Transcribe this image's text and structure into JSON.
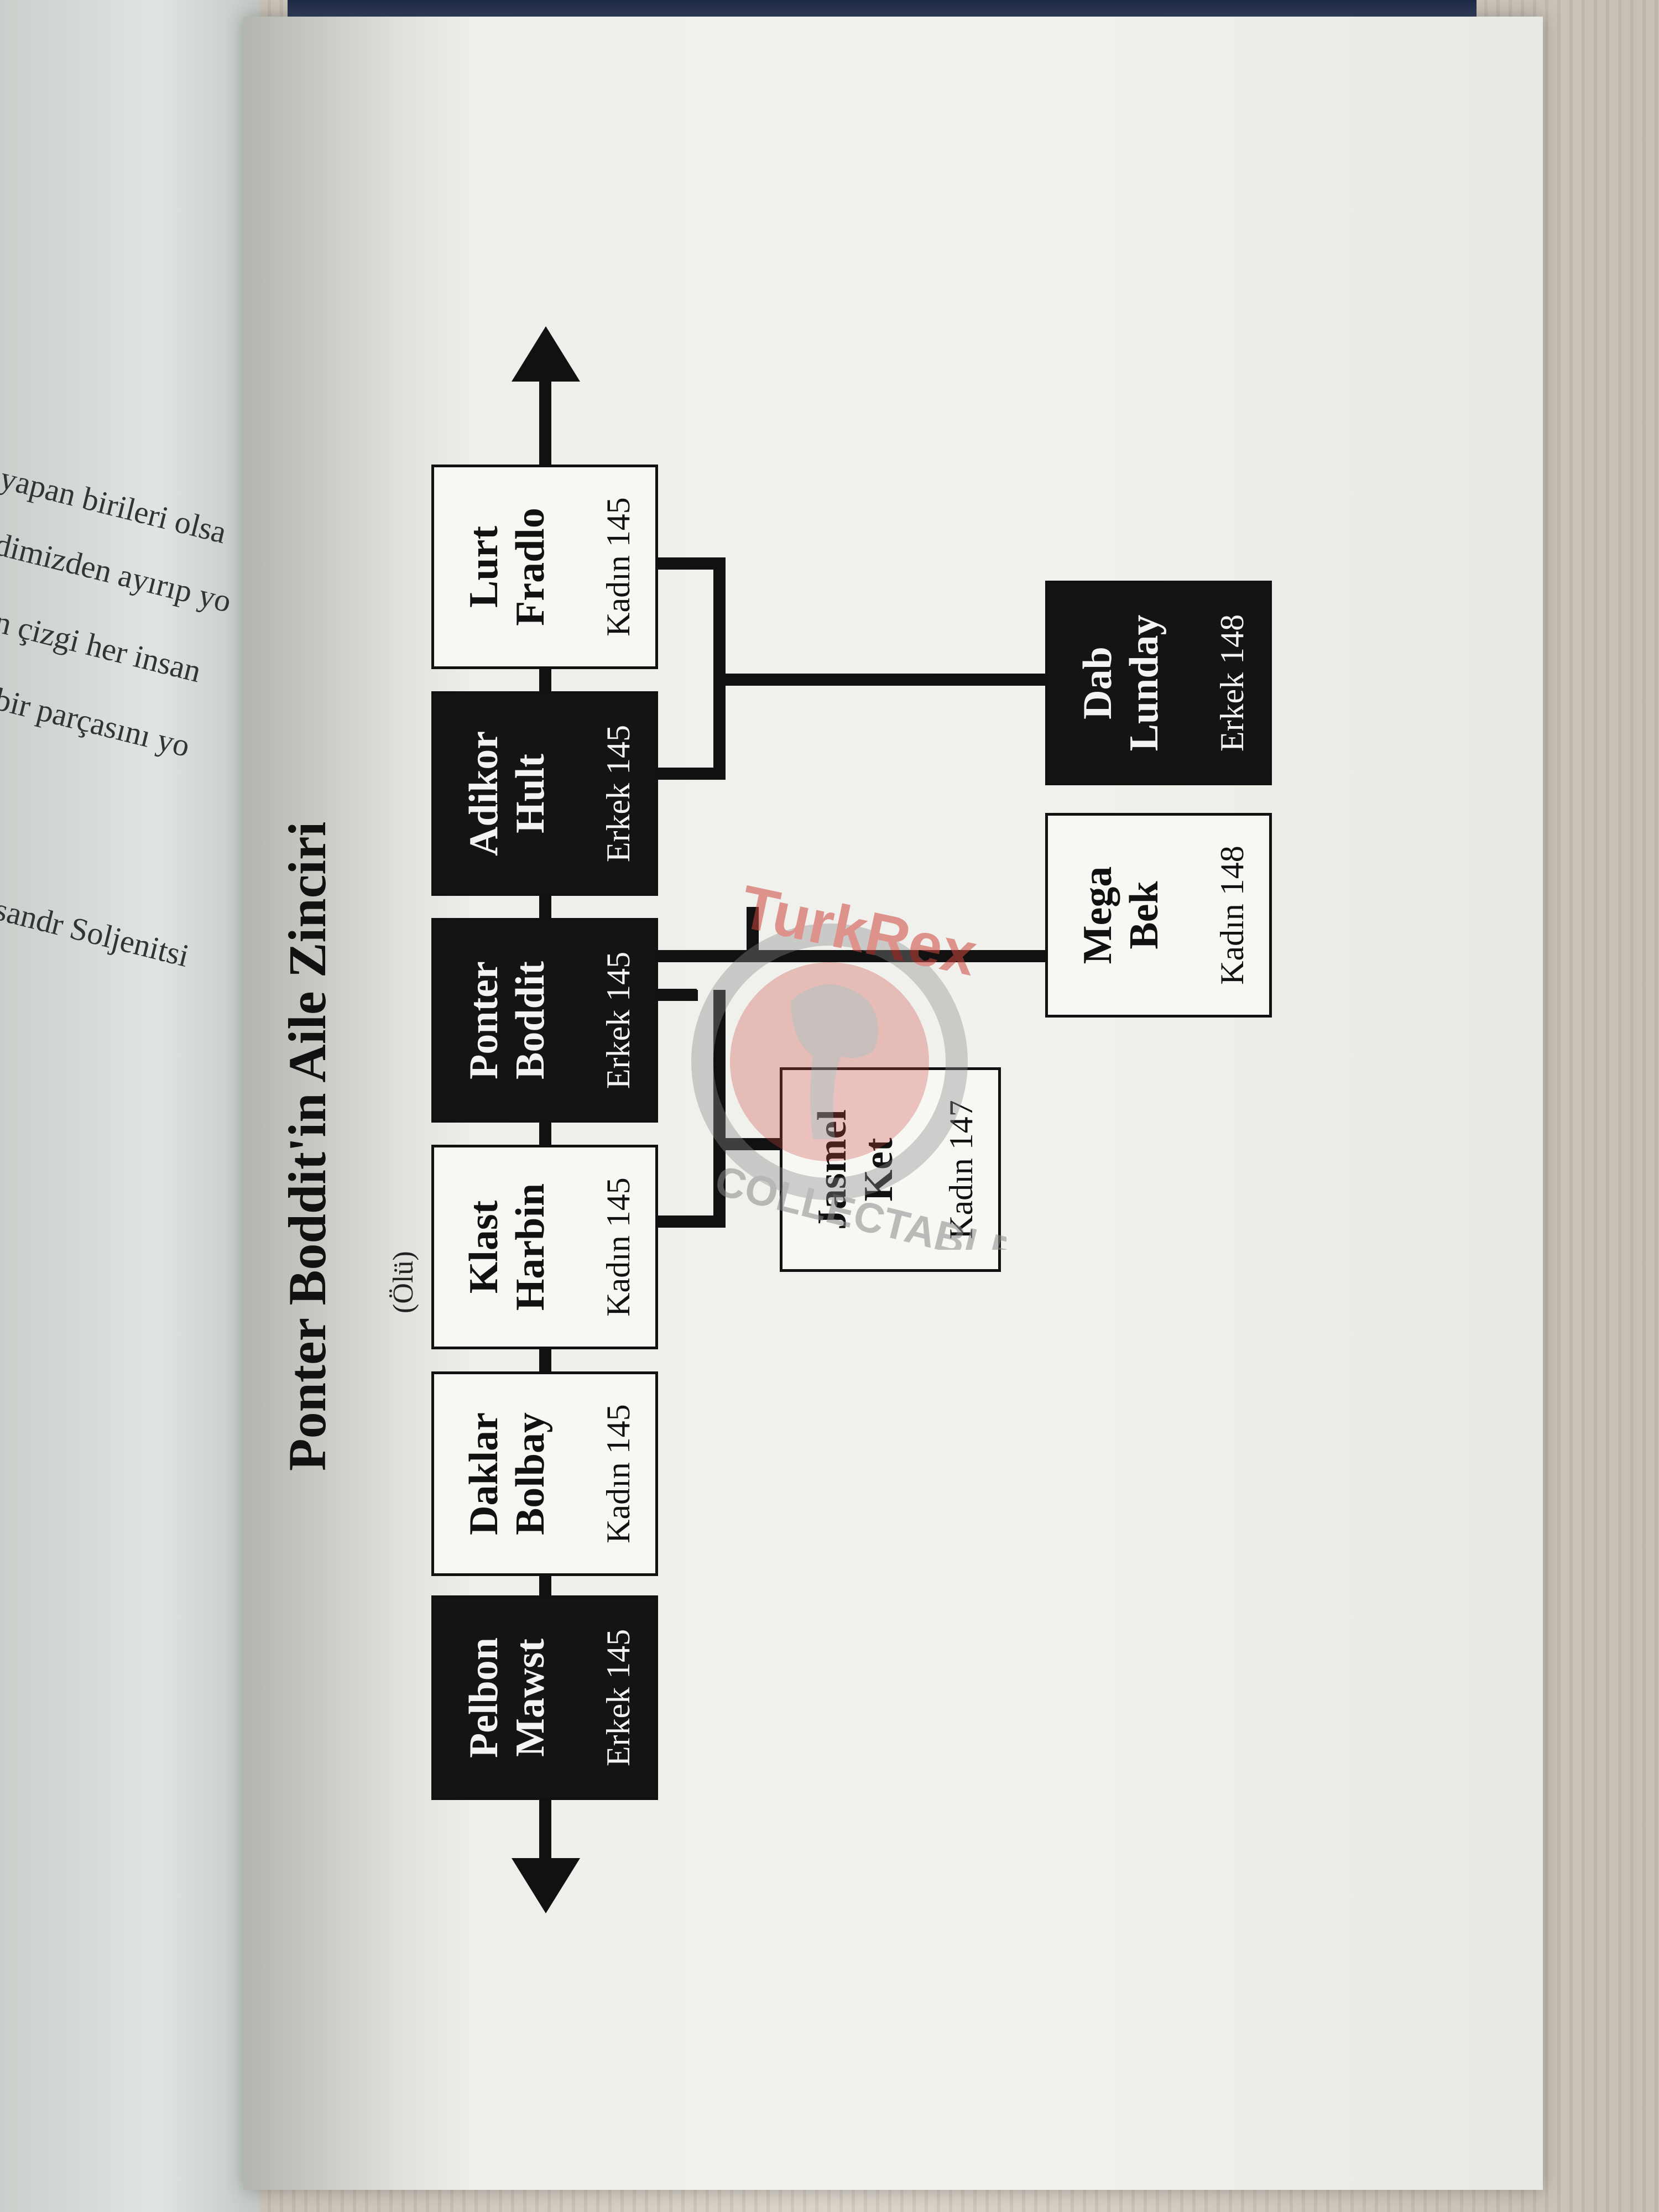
{
  "page_title": "Ponter Boddit'in Aile Zinciri",
  "dead_label": "(Ölü)",
  "left_page_lines": [
    "yapan birileri olsa",
    "dimizden ayırıp yo",
    "n çizgi her insan",
    "bir parçasını yo",
    "sandr Soljenitsi"
  ],
  "chain": [
    {
      "name": "Pelbon\nMawst",
      "info": "Erkek 145",
      "gender": "male"
    },
    {
      "name": "Daklar\nBolbay",
      "info": "Kadın 145",
      "gender": "female"
    },
    {
      "name": "Klast\nHarbin",
      "info": "Kadın 145",
      "gender": "female"
    },
    {
      "name": "Ponter\nBoddit",
      "info": "Erkek 145",
      "gender": "male"
    },
    {
      "name": "Adikor\nHult",
      "info": "Erkek 145",
      "gender": "male"
    },
    {
      "name": "Lurt\nFradlo",
      "info": "Kadın 145",
      "gender": "female"
    }
  ],
  "children": [
    {
      "name": "Jasmel\nKet",
      "info": "Kadın 147",
      "gender": "female"
    },
    {
      "name": "Mega\nBek",
      "info": "Kadın 148",
      "gender": "female"
    },
    {
      "name": "Dab\nLunday",
      "info": "Erkek 148",
      "gender": "male"
    }
  ],
  "watermark": {
    "top": "TurkRex",
    "bottom": "COLLECTABLES"
  },
  "colors": {
    "male_fill": "#141414",
    "female_fill": "#f7f7f4",
    "line": "#111111",
    "watermark_red": "#d0463e"
  }
}
